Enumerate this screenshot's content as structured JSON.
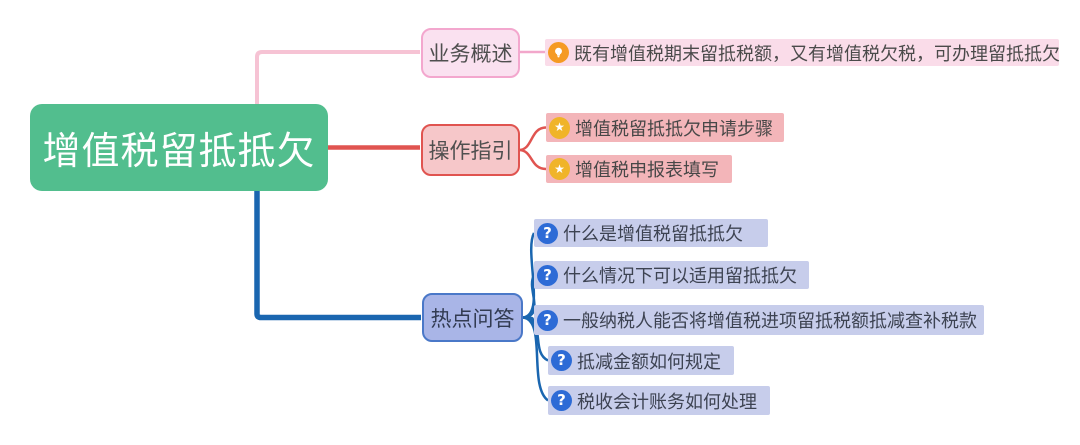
{
  "root": {
    "label": "增值税留抵抵欠"
  },
  "branches": [
    {
      "label": "业务概述",
      "items": [
        {
          "icon": "lightbulb-icon",
          "text": "既有增值税期末留抵税额，又有增值税欠税，可办理留抵抵欠"
        }
      ]
    },
    {
      "label": "操作指引",
      "items": [
        {
          "icon": "star-icon",
          "text": "增值税留抵抵欠申请步骤"
        },
        {
          "icon": "star-icon",
          "text": "增值税申报表填写"
        }
      ]
    },
    {
      "label": "热点问答",
      "items": [
        {
          "icon": "question-icon",
          "text": "什么是增值税留抵抵欠"
        },
        {
          "icon": "question-icon",
          "text": "什么情况下可以适用留抵抵欠"
        },
        {
          "icon": "question-icon",
          "text": "一般纳税人能否将增值税进项留抵税额抵减查补税款"
        },
        {
          "icon": "question-icon",
          "text": "抵减金额如何规定"
        },
        {
          "icon": "question-icon",
          "text": "税收会计账务如何处理"
        }
      ]
    }
  ],
  "icons": {
    "star_glyph": "★",
    "question_glyph": "?"
  },
  "colors": {
    "root_fill": "#52BE8E",
    "overview_fill": "#FAE1F0",
    "overview_border": "#F3A7CE",
    "overview_leaf_fill": "#FADCE9",
    "guide_fill": "#F6C7C9",
    "guide_border": "#E05450",
    "guide_leaf_fill": "#F3B5B9",
    "faq_fill": "#A9B5E7",
    "faq_border": "#4A78C8",
    "faq_leaf_fill": "#C7CDEB",
    "lightbulb_icon": "#F59A23",
    "star_icon": "#F0B429",
    "question_icon": "#2D6BD6",
    "link_pink": "#F6C3D4",
    "link_red": "#E05450",
    "link_blue": "#1A66B0"
  }
}
